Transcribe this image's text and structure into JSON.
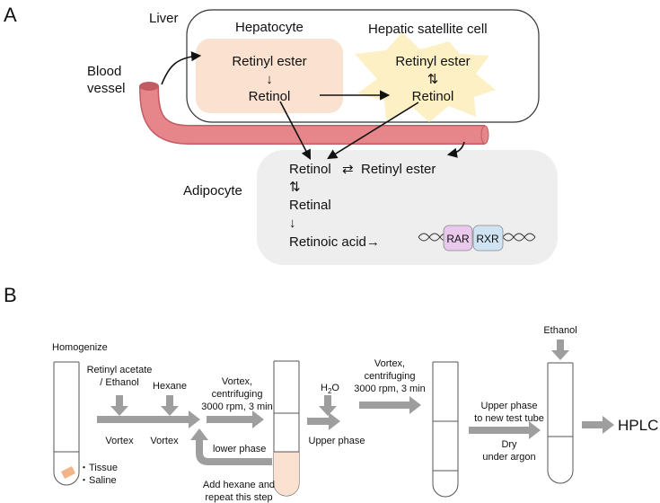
{
  "panel_a": {
    "label": "A",
    "liver": "Liver",
    "hepatocyte": "Hepatocyte",
    "hsc": "Hepatic satellite cell",
    "blood_vessel": [
      "Blood",
      "vessel"
    ],
    "hep_ester": "Retinyl ester",
    "hep_down_arrow": "↓",
    "hep_retinol": "Retinol",
    "hsc_ester": "Retinyl ester",
    "hsc_updown": "⇅",
    "hsc_retinol": "Retinol",
    "adipocyte": "Adipocyte",
    "adipo_retinol": "Retinol",
    "adipo_exchange": "⇄",
    "adipo_ester": "Retinyl ester",
    "adipo_updown": "⇅",
    "adipo_retinal": "Retinal",
    "adipo_down_arrow": "↓",
    "adipo_acid": "Retinoic acid→",
    "rar": "RAR",
    "rxr": "RXR",
    "colors": {
      "hepatocyte_fill": "#fbe1d0",
      "hsc_fill": "#fdf0c4",
      "vessel": "#e7868a",
      "vessel_dark": "#c25c62",
      "adipocyte_fill": "#eeeeee",
      "rar_fill": "#e8c9ec",
      "rxr_fill": "#cfe3f3"
    }
  },
  "panel_b": {
    "label": "B",
    "homogenize": "Homogenize",
    "tissue": "・Tissue",
    "saline": "・Saline",
    "retinyl_acetate": [
      "Retinyl acetate",
      "/ Ethanol"
    ],
    "hexane": "Hexane",
    "vortex1": "Vortex",
    "vortex2": "Vortex",
    "step1": [
      "Vortex,",
      "centrifuging",
      "3000 rpm, 3 min"
    ],
    "lower_phase": "lower phase",
    "repeat": [
      "Add hexane and",
      "repeat this step"
    ],
    "h2o": "H",
    "h2o_sub": "2",
    "h2o_end": "O",
    "upper_phase": "Upper phase",
    "step2": [
      "Vortex,",
      "centrifuging",
      "3000 rpm, 3 min"
    ],
    "transfer": [
      "Upper phase",
      "to new test tube"
    ],
    "dry": [
      "Dry",
      "under argon"
    ],
    "ethanol": "Ethanol",
    "hplc": "HPLC",
    "colors": {
      "arrow": "#9e9e9e",
      "tissue": "#f2b487",
      "lower_fill": "#fbe1d0"
    }
  }
}
